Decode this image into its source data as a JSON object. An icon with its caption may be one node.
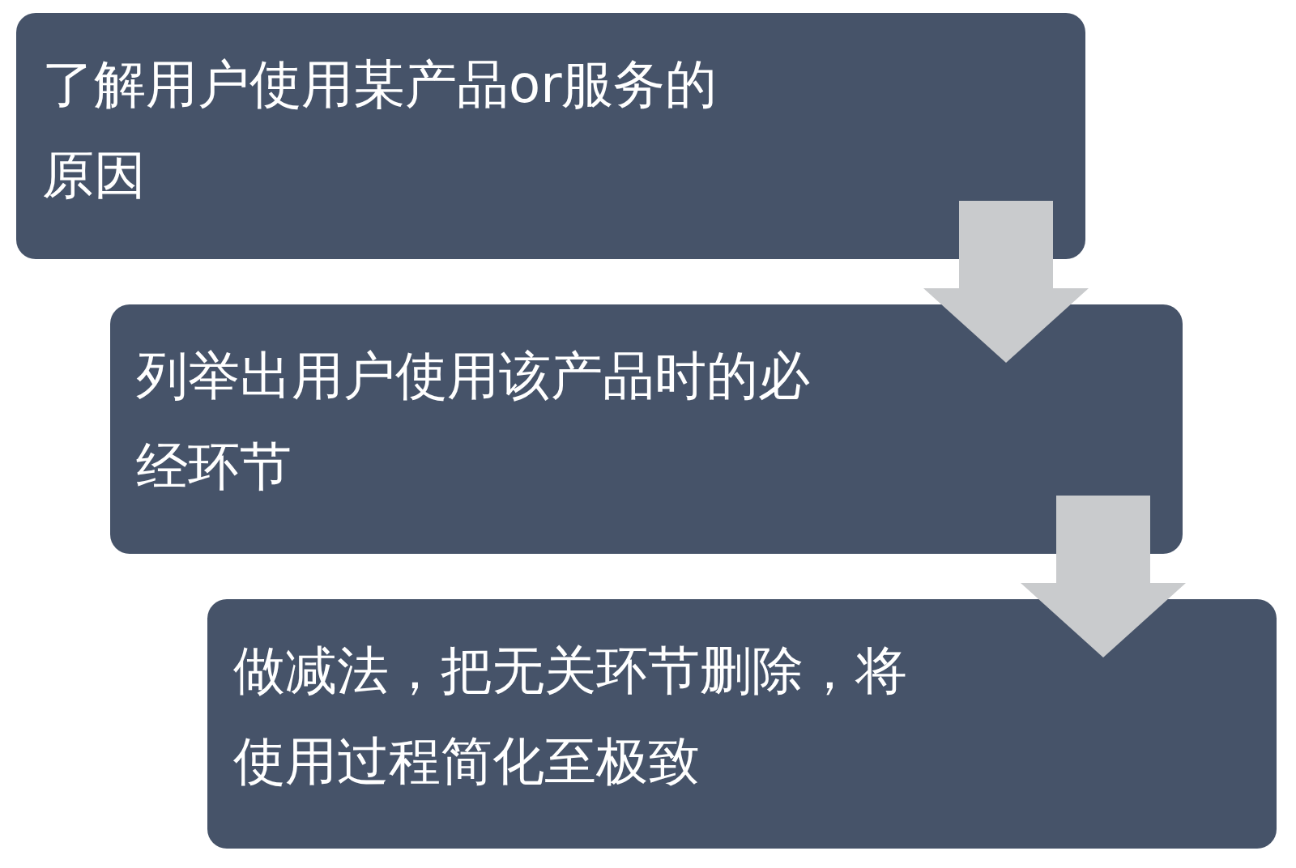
{
  "diagram": {
    "nodes": [
      {
        "text": [
          "了解用户使用某产品or服务的原因"
        ]
      },
      {
        "text": [
          "列举出用户使用该产品时的必经环节"
        ]
      },
      {
        "text": [
          "做减法，把无关环节删除，将使用过程简化至极致"
        ]
      }
    ],
    "edges": [
      {
        "from": 0,
        "to": 1,
        "arrow": "to"
      },
      {
        "from": 1,
        "to": 2,
        "arrow": "to"
      }
    ]
  }
}
